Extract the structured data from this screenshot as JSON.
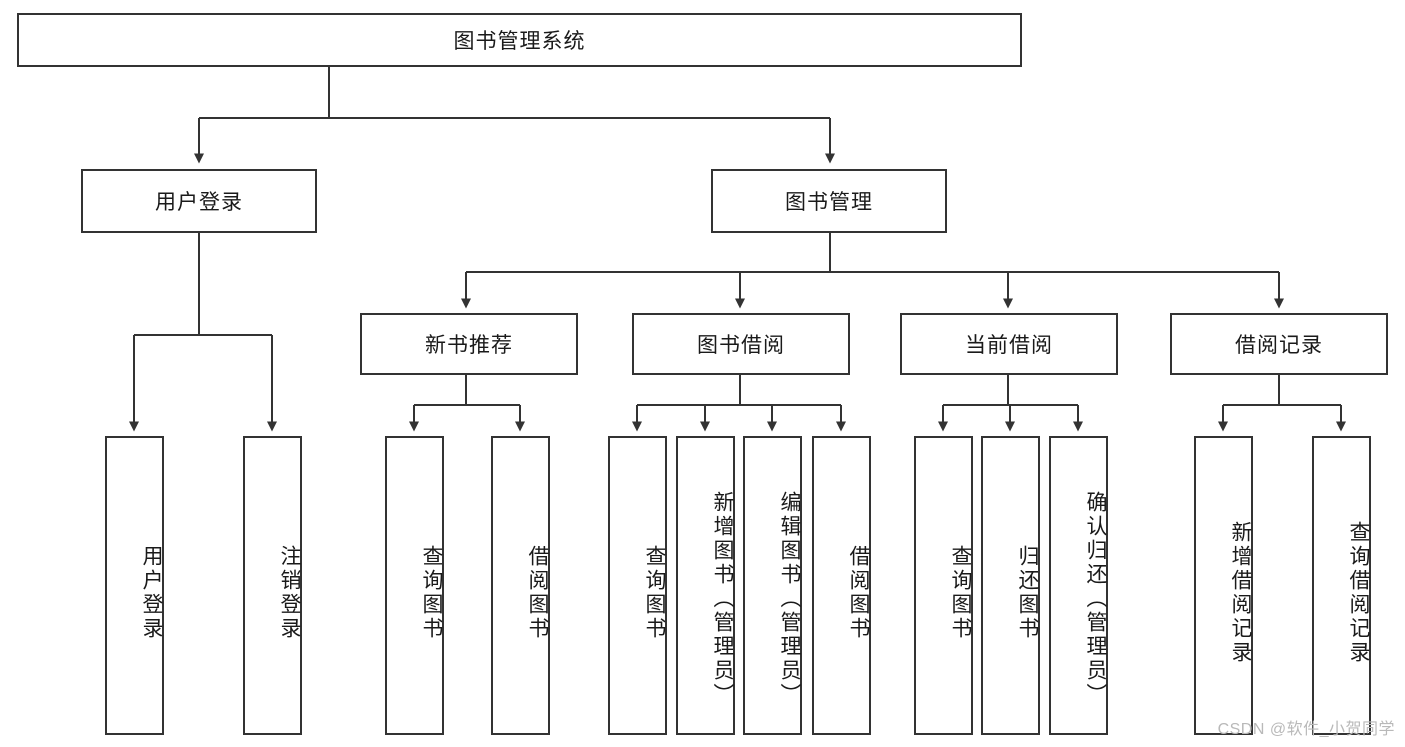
{
  "diagram": {
    "title": "图书管理系统",
    "type": "tree-hierarchy-function-decomposition",
    "root": {
      "label": "图书管理系统"
    },
    "level2": [
      {
        "label": "用户登录"
      },
      {
        "label": "图书管理"
      }
    ],
    "level3": [
      {
        "label": "新书推荐"
      },
      {
        "label": "图书借阅"
      },
      {
        "label": "当前借阅"
      },
      {
        "label": "借阅记录"
      }
    ],
    "leaves": {
      "user_login": [
        {
          "label": "用户登录"
        },
        {
          "label": "注销登录"
        }
      ],
      "new_book_recommend": [
        {
          "label": "查询图书"
        },
        {
          "label": "借阅图书"
        }
      ],
      "book_borrow": [
        {
          "label": "查询图书"
        },
        {
          "label": "新增图书（管理员）"
        },
        {
          "label": "编辑图书（管理员）"
        },
        {
          "label": "借阅图书"
        }
      ],
      "current_borrow": [
        {
          "label": "查询图书"
        },
        {
          "label": "归还图书"
        },
        {
          "label": "确认归还（管理员）"
        }
      ],
      "borrow_record": [
        {
          "label": "新增借阅记录"
        },
        {
          "label": "查询借阅记录"
        }
      ]
    }
  },
  "watermark": {
    "text": "CSDN @软件_小贺同学"
  },
  "colors": {
    "stroke": "#333333",
    "fill": "#ffffff",
    "text": "#1a1a1a",
    "watermark": "#b9b9b9"
  }
}
